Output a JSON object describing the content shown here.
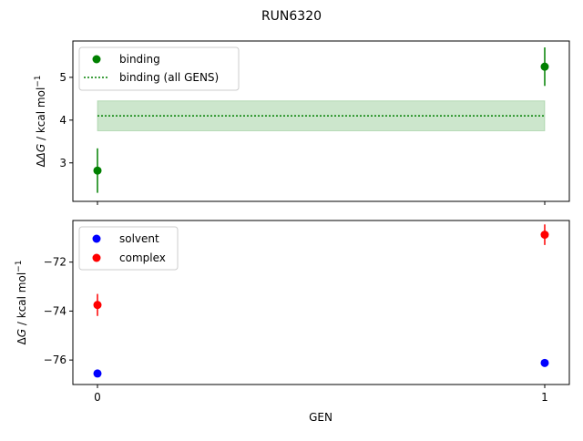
{
  "title": "RUN6320",
  "chart_data": [
    {
      "type": "scatter",
      "panel": "top",
      "xlabel": "",
      "ylabel": "ΔΔG / kcal mol⁻¹",
      "xlim": [
        -0.055,
        1.055
      ],
      "ylim": [
        2.1,
        5.85
      ],
      "yticks": [
        3,
        4,
        5
      ],
      "xticks": [
        0,
        1
      ],
      "xtick_labels_visible": false,
      "legend_position": "top-left",
      "legend": [
        "binding",
        "binding (all GENS)"
      ],
      "series": [
        {
          "name": "binding",
          "color": "#008000",
          "x": [
            0,
            1
          ],
          "y": [
            2.82,
            5.25
          ],
          "yerr": [
            0.52,
            0.45
          ]
        }
      ],
      "band": {
        "name": "binding (all GENS)",
        "color": "#008000",
        "x": [
          0,
          1
        ],
        "center": 4.1,
        "lower": 3.75,
        "upper": 4.45,
        "style": "dotted"
      }
    },
    {
      "type": "scatter",
      "panel": "bottom",
      "xlabel": "GEN",
      "ylabel": "ΔG / kcal mol⁻¹",
      "xlim": [
        -0.055,
        1.055
      ],
      "ylim": [
        -77.0,
        -70.3
      ],
      "yticks": [
        -76,
        -74,
        -72
      ],
      "xticks": [
        0,
        1
      ],
      "xtick_labels": [
        "0",
        "1"
      ],
      "legend_position": "top-left",
      "legend": [
        "solvent",
        "complex"
      ],
      "series": [
        {
          "name": "solvent",
          "color": "#0000ff",
          "x": [
            0,
            1
          ],
          "y": [
            -76.55,
            -76.12
          ],
          "yerr": [
            0.12,
            0.12
          ]
        },
        {
          "name": "complex",
          "color": "#ff0000",
          "x": [
            0,
            1
          ],
          "y": [
            -73.75,
            -70.88
          ],
          "yerr": [
            0.45,
            0.42
          ]
        }
      ]
    }
  ]
}
